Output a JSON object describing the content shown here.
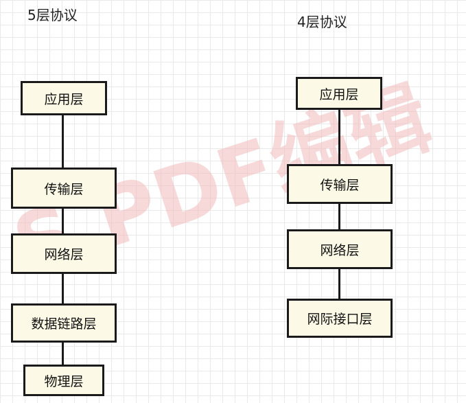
{
  "left_stack": {
    "title": "5层协议",
    "layers": [
      "应用层",
      "传输层",
      "网络层",
      "数据链路层",
      "物理层"
    ]
  },
  "right_stack": {
    "title": "4层协议",
    "layers": [
      "应用层",
      "传输层",
      "网络层",
      "网际接口层"
    ]
  },
  "watermark": {
    "text": "S PDF编辑",
    "color": "#f2b9bb"
  },
  "colors": {
    "box_fill": "#fcfae6",
    "box_border": "#1a1a1a",
    "grid": "#e9e9e9"
  }
}
